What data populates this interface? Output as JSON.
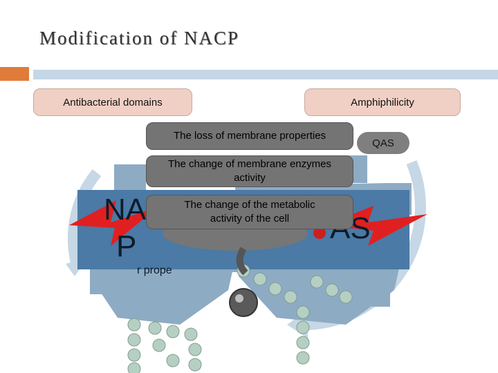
{
  "slide": {
    "title": "Modification of NACP",
    "left_box": "Antibacterial domains",
    "right_box": "Amphiphilicity",
    "qas_pill": "QAS",
    "effects": [
      "The loss of membrane properties",
      "The change of membrane enzymes activity",
      "The change of the metabolic activity of the cell"
    ],
    "background_text": {
      "left_big_1": "NA",
      "left_big_2": "P",
      "right_big": "AS",
      "small": "r prope"
    }
  },
  "colors": {
    "accent_orange": "#e07b39",
    "accent_blue": "#c5d7e6",
    "box_pink": "#f0d0c5",
    "box_grey": "#747474",
    "gear_blue": "#8eabc4",
    "panel_blue": "#4a7aa5",
    "bolt_red": "#e02020"
  }
}
